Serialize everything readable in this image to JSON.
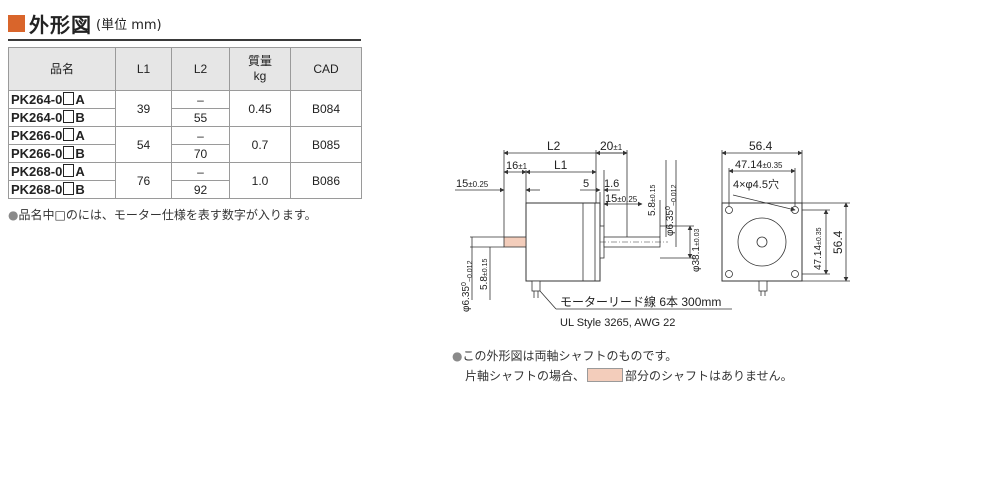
{
  "header": {
    "title": "外形図",
    "unit": "(単位 mm)",
    "accent_color": "#d9652b"
  },
  "table": {
    "headers": [
      "品名",
      "L1",
      "L2",
      "質量\nkg",
      "CAD"
    ],
    "rows": [
      {
        "model_a": "PK264-0",
        "suffix_a": "A",
        "model_b": "PK264-0",
        "suffix_b": "B",
        "l1": "39",
        "l2_a": "–",
        "l2_b": "55",
        "mass": "0.45",
        "cad": "B084"
      },
      {
        "model_a": "PK266-0",
        "suffix_a": "A",
        "model_b": "PK266-0",
        "suffix_b": "B",
        "l1": "54",
        "l2_a": "–",
        "l2_b": "70",
        "mass": "0.7",
        "cad": "B085"
      },
      {
        "model_a": "PK268-0",
        "suffix_a": "A",
        "model_b": "PK268-0",
        "suffix_b": "B",
        "l1": "76",
        "l2_a": "–",
        "l2_b": "92",
        "mass": "1.0",
        "cad": "B086"
      }
    ]
  },
  "table_note": "品名中□のには、モーター仕様を表す数字が入ります。",
  "drawing": {
    "l2": "L2",
    "l1": "L1",
    "shaft_len": "20",
    "shaft_len_tol": "±1",
    "pilot_depth": "16",
    "pilot_depth_tol": "±1",
    "rear_shaft_len": "15",
    "rear_shaft_tol": "±0.25",
    "dim_5": "5",
    "dim_1_6": "1.6",
    "front_shaft_len": "15",
    "front_shaft_tol": "±0.25",
    "flat_5_8": "5.8",
    "flat_5_8_tol": "±0.15",
    "shaft_dia": "φ6.35",
    "shaft_dia_tol_upper": "0",
    "shaft_dia_tol_lower": "−0.012",
    "pilot_dia": "φ38.1",
    "pilot_dia_tol": "±0.03",
    "rear_shaft_dia": "φ6.35",
    "rear_shaft_dia_tol_upper": "0",
    "rear_shaft_dia_tol_lower": "−0.012",
    "rear_flat": "5.8",
    "rear_flat_tol": "±0.15",
    "lead_wire": "モーターリード線 6本 300mm",
    "lead_spec": "UL Style 3265, AWG 22",
    "frame": "56.4",
    "frame_side": "56.4",
    "hole_pitch": "47.14",
    "hole_pitch_tol": "±0.35",
    "hole_pitch_v": "47.14",
    "hole_pitch_v_tol": "±0.35",
    "holes": "4×φ4.5穴"
  },
  "notes": {
    "line1": "この外形図は両軸シャフトのものです。",
    "line2_pre": "片軸シャフトの場合、",
    "line2_post": "部分のシャフトはありません。",
    "swatch_color": "#f3cdbb"
  }
}
